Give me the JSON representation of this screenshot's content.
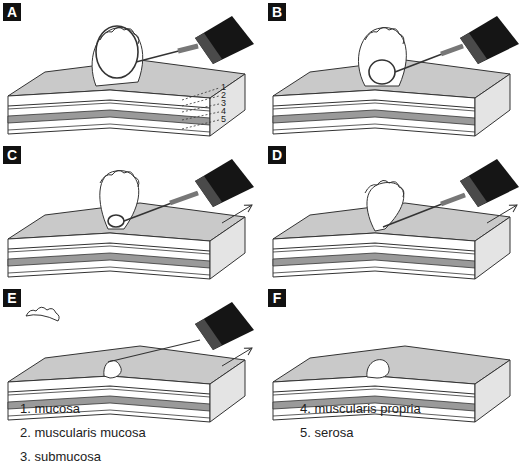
{
  "diagram": {
    "nodes": [
      {
        "text": [
          "A"
        ]
      },
      {
        "text": [
          "B"
        ]
      },
      {
        "text": [
          "C"
        ]
      },
      {
        "text": [
          "D"
        ]
      },
      {
        "text": [
          "E"
        ]
      },
      {
        "text": [
          "F"
        ]
      }
    ],
    "labels": [
      "1",
      "2",
      "3",
      "4",
      "5",
      "1. mucosa",
      "2. muscularis mucosa",
      "3. submucosa",
      "4. muscularis propria",
      "5. serosa"
    ]
  }
}
